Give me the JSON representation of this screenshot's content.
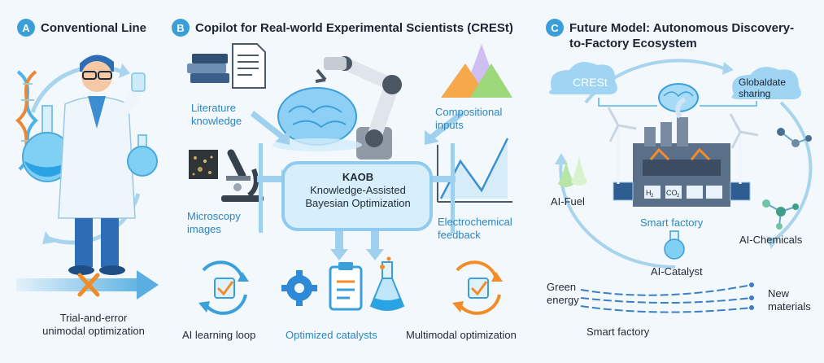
{
  "panelA": {
    "letter": "A",
    "title": "Conventional Line",
    "caption_line1": "Trial-and-error",
    "caption_line2": "unimodal optimization"
  },
  "panelB": {
    "letter": "B",
    "title": "Copilot for Real-world Experimental Scientists (CRESt)",
    "literature_line1": "Literature",
    "literature_line2": "knowledge",
    "microscopy_line1": "Microscopy",
    "microscopy_line2": "images",
    "compositional_line1": "Compositional",
    "compositional_line2": "inputs",
    "electrochemical_line1": "Electrochemical",
    "electrochemical_line2": "feedback",
    "kaob_line1": "KAOB",
    "kaob_line2": "Knowledge-Assisted",
    "kaob_line3": "Bayesian Optimization",
    "ai_loop": "AI learning loop",
    "optimized": "Optimized catalysts",
    "multimodal": "Multimodal optimization"
  },
  "panelC": {
    "letter": "C",
    "title_line1": "Future Model: Autonomous Discovery-",
    "title_line2": "to-Factory Ecosystem",
    "crest": "CRESt",
    "global_line1": "Globaldate",
    "global_line2": "sharing",
    "ai_fuel": "AI-Fuel",
    "smart_factory": "Smart factory",
    "ai_chemicals": "AI-Chemicals",
    "ai_catalyst": "AI-Catalyst",
    "green_line1": "Green",
    "green_line2": "energy",
    "new_line1": "New",
    "new_line2": "materials",
    "smart_factory_bottom": "Smart factory",
    "h2": "H",
    "h2_sub": "2",
    "co2": "CO",
    "co2_sub": "2"
  },
  "colors": {
    "accent": "#3a9fd8",
    "label_blue": "#2b86c0",
    "orange": "#f28c28",
    "flask_blue": "#39b3e6"
  }
}
